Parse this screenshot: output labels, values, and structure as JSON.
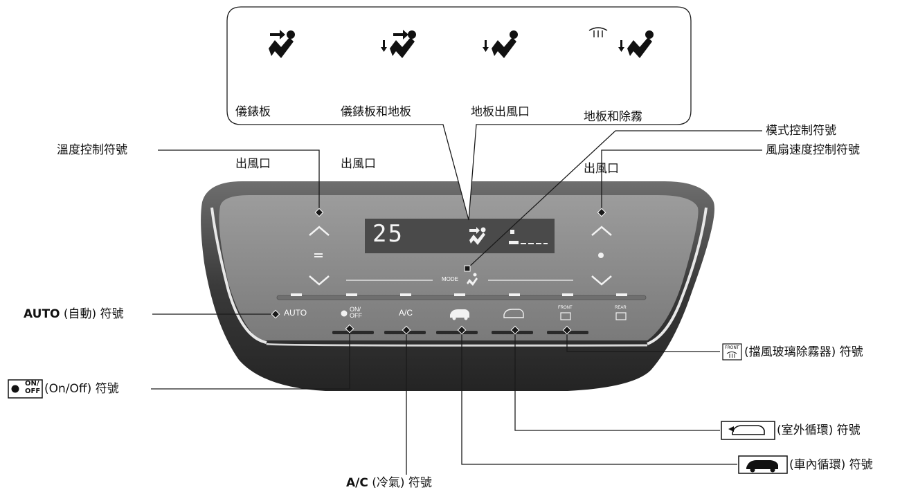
{
  "callout": {
    "modes": [
      {
        "label_line1": "儀錶板",
        "label_line2": "出風口",
        "icon": "dash-vent-icon"
      },
      {
        "label_line1": "儀錶板和地板",
        "label_line2": "出風口",
        "icon": "dash-floor-vent-icon"
      },
      {
        "label_line1": "地板出風口",
        "label_line2": "",
        "icon": "floor-vent-icon"
      },
      {
        "label_line1": "地板和除霧",
        "label_line2": "出風口",
        "icon": "floor-defrost-vent-icon"
      }
    ]
  },
  "panel": {
    "temperature": "25",
    "mode_text": "MODE",
    "buttons": {
      "auto": "AUTO",
      "onoff_top": "ON/",
      "onoff_bottom": "OFF",
      "ac": "A/C",
      "front": "FRONT",
      "rear": "REAR"
    }
  },
  "labels": {
    "temp_control": "溫度控制符號",
    "mode_control": "模式控制符號",
    "fan_speed": "風扇速度控制符號",
    "auto_bold": "AUTO",
    "auto_rest": " (自動) 符號",
    "onoff_box_top": "ON/",
    "onoff_box_bottom": "OFF",
    "onoff_rest": " (On/Off) 符號",
    "ac_bold": "A/C",
    "ac_rest": " (冷氣) 符號",
    "defrost_box": "FRONT",
    "defrost_rest": " (擋風玻璃除霧器) 符號",
    "outside_rest": " (室外循環) 符號",
    "recirc_rest": " (車內循環) 符號"
  },
  "colors": {
    "panel_dark": "#3a3a3a",
    "panel_face": "#8a8a8a",
    "lcd": "#4a4a4a",
    "line": "#1a1a1a"
  }
}
